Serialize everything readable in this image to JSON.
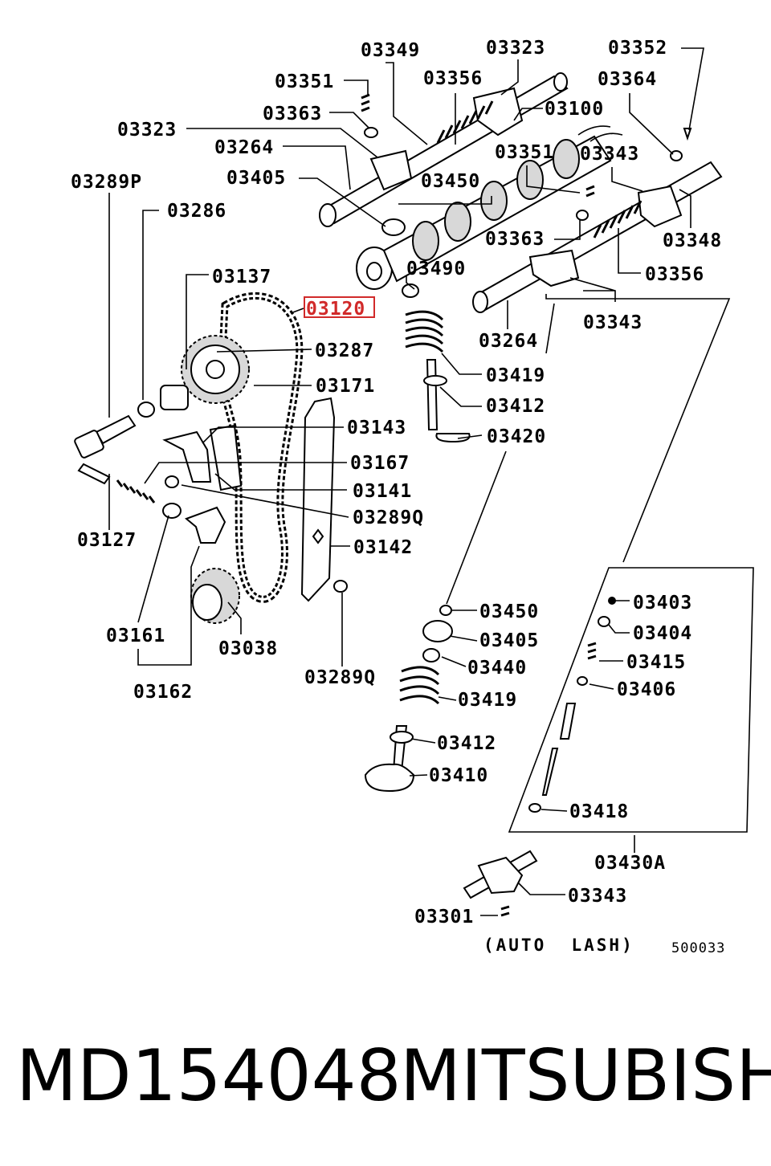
{
  "labels": {
    "l03349": "03349",
    "l03323a": "03323",
    "l03352": "03352",
    "l03351a": "03351",
    "l03356a": "03356",
    "l03364": "03364",
    "l03363a": "03363",
    "l03100": "03100",
    "l03323b": "03323",
    "l03351b": "03351",
    "l03343a": "03343",
    "l03264a": "03264",
    "l03289P": "03289P",
    "l03405a": "03405",
    "l03450a": "03450",
    "l03286": "03286",
    "l03363b": "03363",
    "l03348": "03348",
    "l03137": "03137",
    "l03490": "03490",
    "l03356b": "03356",
    "l03120": "03120",
    "l03343b": "03343",
    "l03287": "03287",
    "l03264b": "03264",
    "l03171": "03171",
    "l03419a": "03419",
    "l03412a": "03412",
    "l03143": "03143",
    "l03420": "03420",
    "l03167": "03167",
    "l03141": "03141",
    "l03289Qa": "03289Q",
    "l03127": "03127",
    "l03142": "03142",
    "l03403": "03403",
    "l03450b": "03450",
    "l03404": "03404",
    "l03161": "03161",
    "l03405b": "03405",
    "l03038": "03038",
    "l03415": "03415",
    "l03440": "03440",
    "l03406": "03406",
    "l03162": "03162",
    "l03289Qb": "03289Q",
    "l03419b": "03419",
    "l03412b": "03412",
    "l03410": "03410",
    "l03418": "03418",
    "l03430A": "03430A",
    "l03343c": "03343",
    "l03301": "03301",
    "note": "(AUTO  LASH)",
    "figno": "500033"
  },
  "caption": {
    "part_number": "MD154048",
    "brand": "MITSUBISHI"
  },
  "highlight_color": "#d12a2a"
}
